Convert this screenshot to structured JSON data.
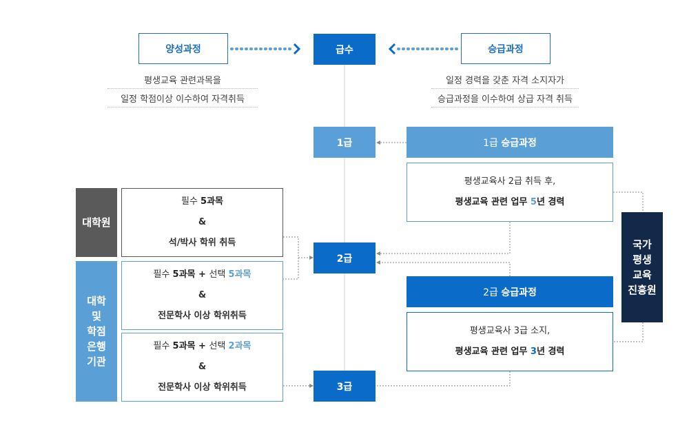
{
  "top": {
    "train_course": "양성과정",
    "grade": "급수",
    "promo_course": "승급과정",
    "train_desc_1": "평생교육 관련과목을",
    "train_desc_2": "일정 학점이상 이수하여 자격취득",
    "promo_desc_1": "일정 경력을 갖춘 자격 소지자가",
    "promo_desc_2": "승급과정을 이수하여 상급 자격 취득"
  },
  "grades": {
    "g1": "1급",
    "g2": "2급",
    "g3": "3급"
  },
  "promotion": {
    "g1_head_a": "1급 ",
    "g1_head_b": "승급과정",
    "g1_line1": "평생교육사 2급 취득 후,",
    "g1_line2_a": "평생교육 관련 업무 ",
    "g1_line2_num": "5",
    "g1_line2_b": "년 경력",
    "g2_head_a": "2급 ",
    "g2_head_b": "승급과정",
    "g2_line1": "평생교육사 3급 소지,",
    "g2_line2_a": "평생교육 관련 업무 ",
    "g2_line2_num": "3",
    "g2_line2_b": "년 경력"
  },
  "institutes": {
    "grad_school": "대학원",
    "univ_lines": [
      "대학",
      "및",
      "학점",
      "은행",
      "기관"
    ],
    "agency_lines": [
      "국가",
      "평생",
      "교육",
      "진흥원"
    ]
  },
  "requirements": {
    "grad_line1_a": "필수 ",
    "grad_line1_b": "5과목",
    "amp": "&",
    "grad_line3": "석/박사 학위 취득",
    "univ2_req_a": "필수 ",
    "univ2_req_b": "5과목",
    "univ2_plus": " + ",
    "univ2_sel_a": "선택 ",
    "univ2_sel_b": "5과목",
    "univ2_line3": "전문학사 이상 학위취득",
    "univ3_req_a": "필수 ",
    "univ3_req_b": "5과목",
    "univ3_plus": " + ",
    "univ3_sel_a": "선택 ",
    "univ3_sel_b": "2과목",
    "univ3_line3": "전문학사 이상 학위취득"
  },
  "colors": {
    "primary": "#0b6bc9",
    "light": "#5a9fd6",
    "navy": "#13294a",
    "gray": "#5a5a5a"
  }
}
